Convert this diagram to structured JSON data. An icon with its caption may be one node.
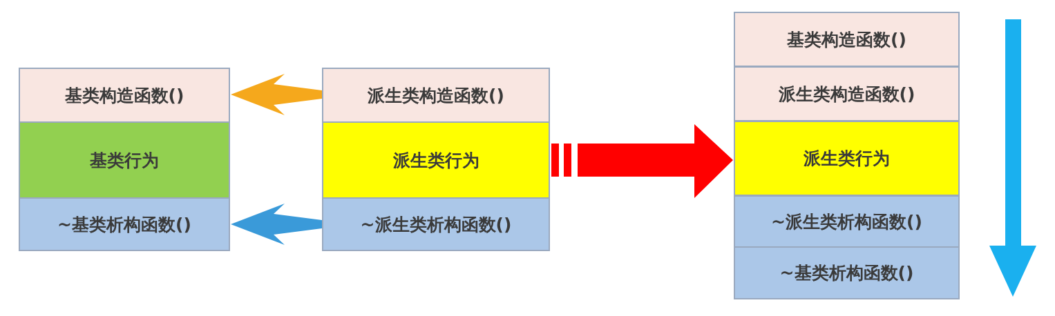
{
  "diagram": {
    "nodes": [
      {
        "text": [
          "基类构造函数()"
        ]
      },
      {
        "text": [
          "基类行为"
        ]
      },
      {
        "text": [
          "~基类析构函数()"
        ]
      },
      {
        "text": [
          "派生类构造函数()"
        ]
      },
      {
        "text": [
          "派生类行为"
        ]
      },
      {
        "text": [
          "~派生类析构函数()"
        ]
      },
      {
        "text": [
          "基类构造函数()"
        ]
      },
      {
        "text": [
          "派生类构造函数()"
        ]
      },
      {
        "text": [
          "派生类行为"
        ]
      },
      {
        "text": [
          "~派生类析构函数()"
        ]
      },
      {
        "text": [
          "~基类析构函数()"
        ]
      }
    ],
    "edges": [
      {
        "from": 3,
        "to": 0,
        "arrow": "to",
        "color": "#f5a81c"
      },
      {
        "from": 5,
        "to": 2,
        "arrow": "to",
        "color": "#3a9ad9"
      },
      {
        "from": 4,
        "to": 8,
        "arrow": "to",
        "color": "#ff0000"
      }
    ]
  }
}
